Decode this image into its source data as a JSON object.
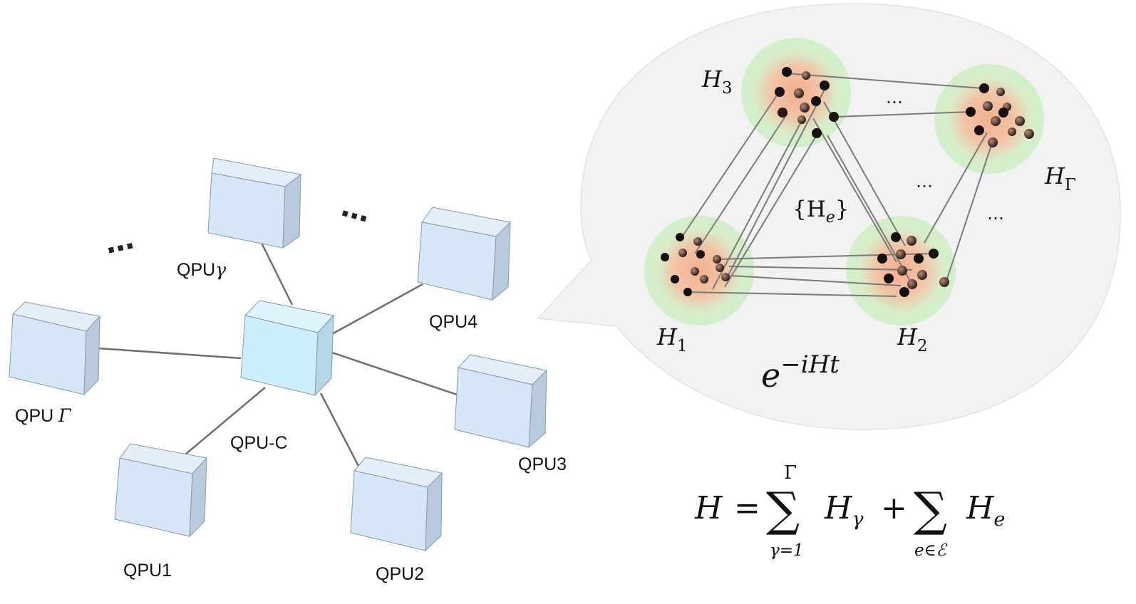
{
  "network": {
    "central": "QPU-C",
    "nodes": [
      {
        "id": "qpu1",
        "label": "QPU1"
      },
      {
        "id": "qpu2",
        "label": "QPU2"
      },
      {
        "id": "qpu3",
        "label": "QPU3"
      },
      {
        "id": "qpu4",
        "label": "QPU4"
      },
      {
        "id": "qpu-gamma",
        "label_prefix": "QPU",
        "label_symbol": "γ"
      },
      {
        "id": "qpu-Gamma",
        "label_prefix": "QPU ",
        "label_symbol": "Γ"
      }
    ],
    "ellipsis": "⋯"
  },
  "bubble": {
    "clusters": [
      {
        "id": "H1",
        "symbol": "H",
        "subscript": "1"
      },
      {
        "id": "H2",
        "symbol": "H",
        "subscript": "2"
      },
      {
        "id": "H3",
        "symbol": "H",
        "subscript": "3"
      },
      {
        "id": "HGamma",
        "symbol": "H",
        "subscript": "Γ"
      }
    ],
    "edge_set_label": "{H",
    "edge_set_sub": "e",
    "edge_set_close": "}",
    "ellipsis": "…",
    "evolution_base": "e",
    "evolution_exponent": "−iHt"
  },
  "equation": {
    "lhs": "H",
    "equals": "=",
    "sum_symbol": "∑",
    "sum1_upper": "Γ",
    "sum1_lower": "γ=1",
    "term1": "H",
    "term1_sub": "γ",
    "plus": "+",
    "sum2_lower": "e∈ℰ",
    "term2": "H",
    "term2_sub": "e"
  },
  "colors": {
    "box_front": "#d6e6f6",
    "box_top": "#e6f0fa",
    "box_side": "#b7c9dc",
    "central_front": "#cdeefb",
    "bubble_fill": "#f2f2f2",
    "cluster_core": "#f3b79a",
    "cluster_halo": "#cfeec9"
  }
}
